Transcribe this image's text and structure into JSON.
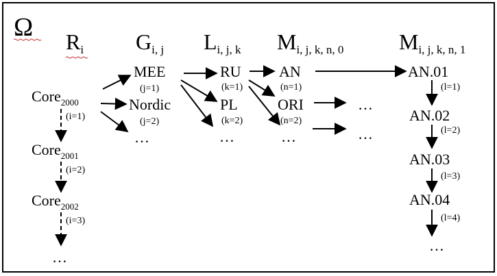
{
  "omega": "Ω",
  "headers": {
    "R": {
      "base": "R",
      "sub": "i"
    },
    "G": {
      "base": "G",
      "sub": "i, j"
    },
    "L": {
      "base": "L",
      "sub": "i, j, k"
    },
    "M0": {
      "base": "M",
      "sub": "i, j, k, n, 0"
    },
    "M1": {
      "base": "M",
      "sub": "i, j, k, n, 1"
    }
  },
  "cores": [
    {
      "base": "Core",
      "year": "2000",
      "label": "(i=1)"
    },
    {
      "base": "Core",
      "year": "2001",
      "label": "(i=2)"
    },
    {
      "base": "Core",
      "year": "2002",
      "label": "(i=3)"
    }
  ],
  "core_more": "…",
  "groups": [
    {
      "name": "MEE",
      "label": "(j=1)"
    },
    {
      "name": "Nordic",
      "label": "(j=2)"
    }
  ],
  "group_more": "…",
  "langs": [
    {
      "name": "RU",
      "label": "(k=1)"
    },
    {
      "name": "PL",
      "label": "(k=2)"
    }
  ],
  "lang_more": "…",
  "modules": [
    {
      "name": "AN",
      "label": "(n=1)"
    },
    {
      "name": "ORI",
      "label": "(n=2)"
    }
  ],
  "module_more": "…",
  "next_more": [
    "…",
    "…"
  ],
  "versions": [
    {
      "name": "AN.01",
      "label": "(l=1)"
    },
    {
      "name": "AN.02",
      "label": "(l=2)"
    },
    {
      "name": "AN.03",
      "label": "(l=3)"
    },
    {
      "name": "AN.04",
      "label": "(l=4)"
    }
  ],
  "version_more": "…"
}
